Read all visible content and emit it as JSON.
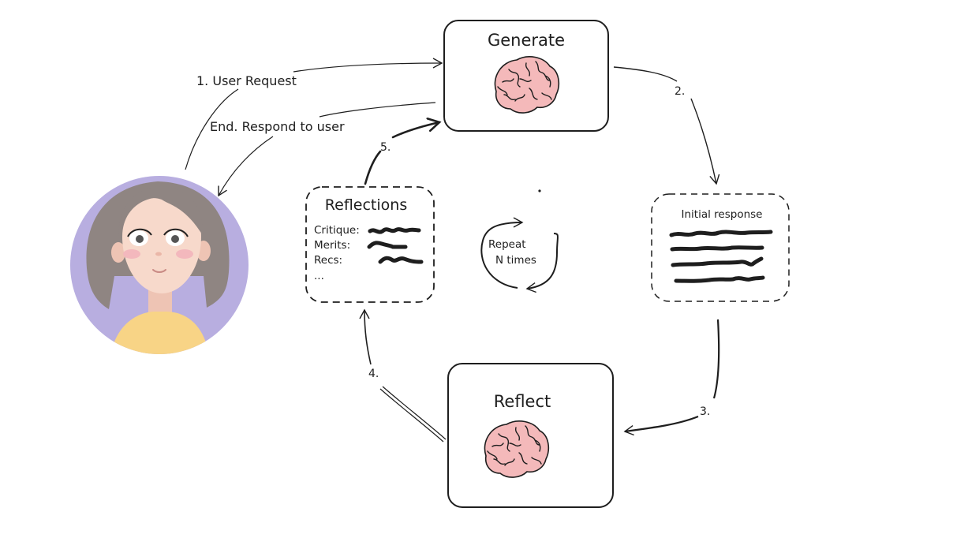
{
  "diagram": {
    "nodes": {
      "generate": {
        "title": "Generate",
        "icon": "brain-icon"
      },
      "reflect": {
        "title": "Reflect",
        "icon": "brain-icon"
      },
      "initial_response": {
        "title": "Initial response",
        "lines": 4
      },
      "reflections": {
        "title": "Reflections",
        "rows": [
          "Critique:",
          "Merits:",
          "Recs:",
          "..."
        ]
      },
      "user": {
        "icon": "user-avatar"
      },
      "repeat": {
        "line1": "Repeat",
        "line2": "N times"
      }
    },
    "edges": {
      "user_request": "1. User Request",
      "respond": "End. Respond to user",
      "step2": "2.",
      "step3": "3.",
      "step4": "4.",
      "step5": "5."
    },
    "colors": {
      "stroke": "#1e1e1e",
      "brain_fill": "#f4b9ba",
      "avatar_bg": "#b8aee0",
      "hair": "#8f8582",
      "skin": "#f7d9cb",
      "shirt": "#f8d486",
      "cheek": "#f3b8bd"
    }
  }
}
